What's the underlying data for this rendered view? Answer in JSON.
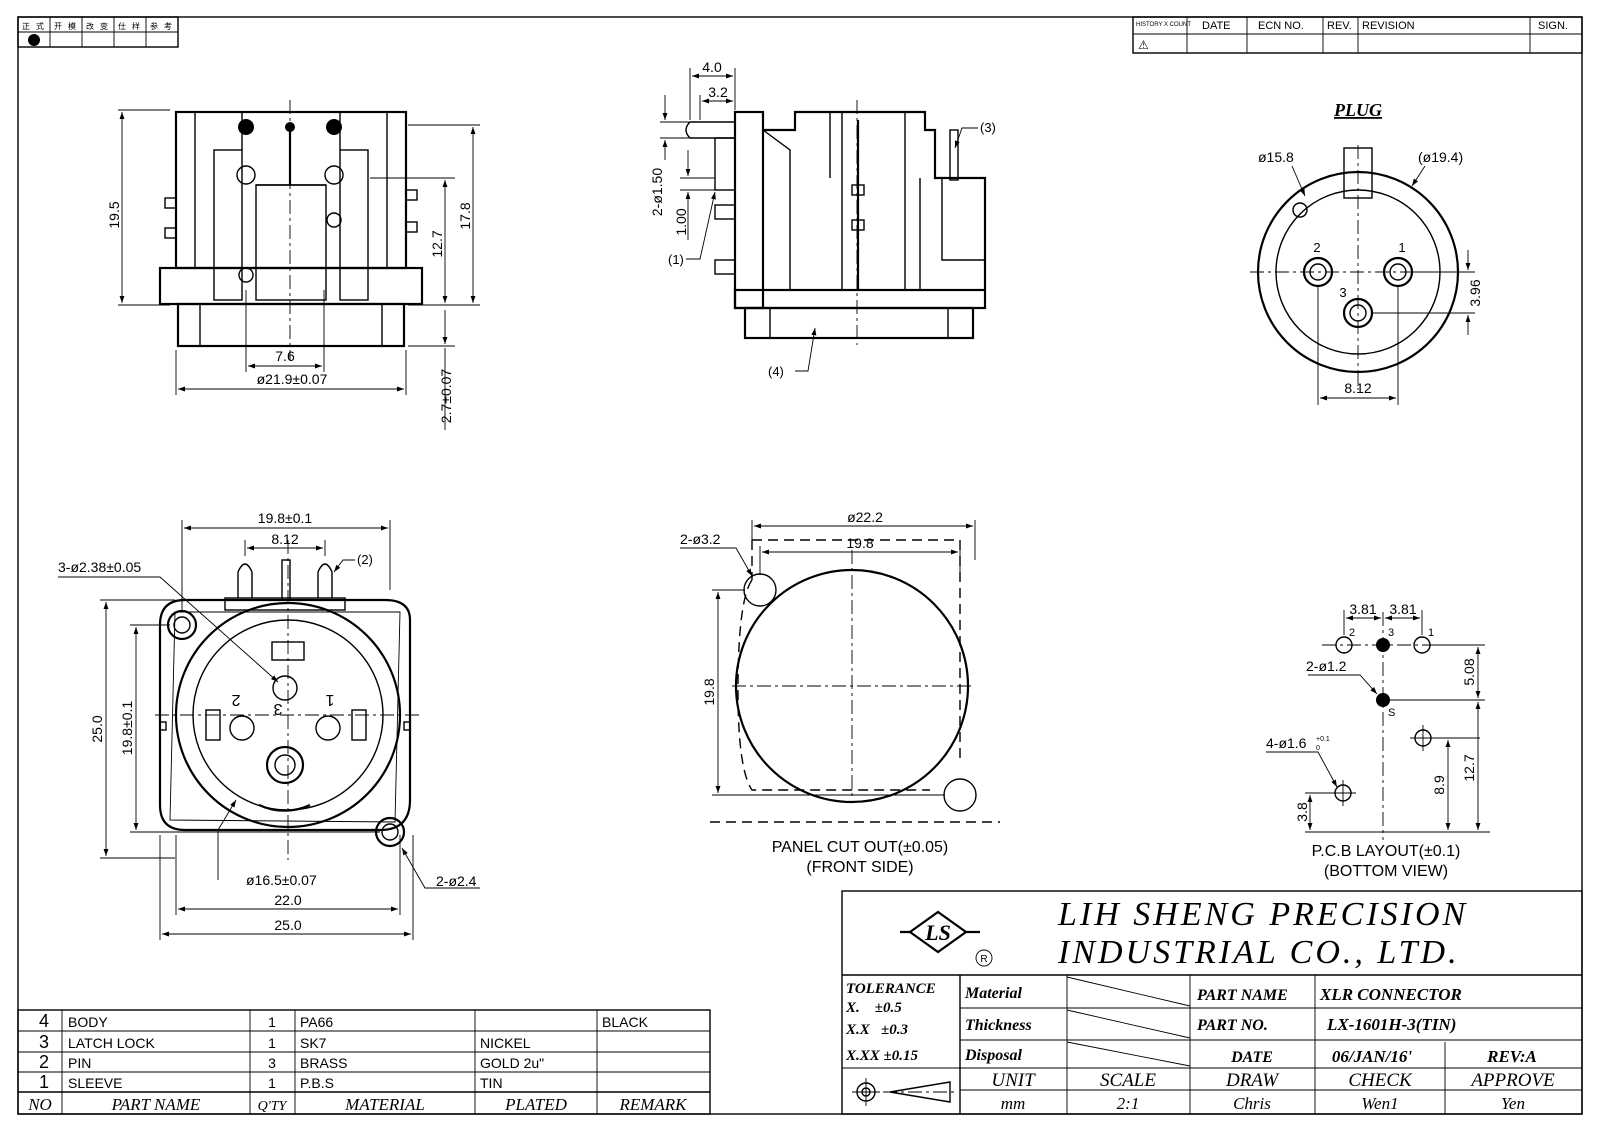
{
  "header_stamp": {
    "chars": [
      "正",
      "式",
      "开",
      "模",
      "改",
      "变",
      "仕",
      "样",
      "参",
      "考"
    ]
  },
  "history": {
    "headers": [
      "HISTORY X COUNT",
      "DATE",
      "ECN NO.",
      "REV.",
      "REVISION",
      "SIGN."
    ],
    "marker": "⚠"
  },
  "top_left_view": {
    "dims": {
      "h_19_5": "19.5",
      "h_12_7": "12.7",
      "h_17_8": "17.8",
      "w_7_6": "7.6",
      "dia_21_9": "ø21.9±0.07",
      "h_2_7": "2.7±0.07"
    }
  },
  "side_view": {
    "dims": {
      "w_4_0": "4.0",
      "w_3_2": "3.2",
      "hole": "2-ø1.50",
      "h_1_00": "1.00"
    },
    "callouts": {
      "c1": "(1)",
      "c3": "(3)",
      "c4": "(4)"
    }
  },
  "plug_view": {
    "title": "PLUG",
    "dims": {
      "dia_15_8": "ø15.8",
      "dia_19_4": "(ø19.4)",
      "h_3_96": "3.96",
      "w_8_12": "8.12"
    },
    "pins": {
      "p1": "1",
      "p2": "2",
      "p3": "3"
    }
  },
  "front_view": {
    "dims": {
      "w_19_8": "19.8±0.1",
      "w_8_12": "8.12",
      "pins": "3-ø2.38±0.05",
      "h_25_0": "25.0",
      "h_19_8": "19.8±0.1",
      "dia_16_5": "ø16.5±0.07",
      "w_22_0": "22.0",
      "w_25_0": "25.0",
      "hole": "2-ø2.4"
    },
    "callouts": {
      "c2": "(2)"
    },
    "pins": {
      "p1": "1",
      "p2": "2",
      "p3": "3"
    }
  },
  "panel_cutout": {
    "dims": {
      "dia_22_2": "ø22.2",
      "w_19_8": "19.8",
      "h_19_8": "19.8",
      "hole": "2-ø3.2"
    },
    "caption": "PANEL CUT OUT(±0.05)",
    "subcaption": "(FRONT SIDE)"
  },
  "pcb_layout": {
    "dims": {
      "a_3_81": "3.81",
      "b_3_81": "3.81",
      "hole_1_2": "2-ø1.2",
      "h_5_08": "5.08",
      "hole_1_6": "4-ø1.6",
      "tol_plus": "+0.1",
      "tol_zero": "0",
      "h_3_8": "3.8",
      "h_8_9": "8.9",
      "h_12_7": "12.7"
    },
    "pins": {
      "p1": "1",
      "p2": "2",
      "p3": "3",
      "s": "S"
    },
    "caption": "P.C.B LAYOUT(±0.1)",
    "subcaption": "(BOTTOM VIEW)"
  },
  "bom": {
    "rows": [
      {
        "no": "4",
        "part": "BODY",
        "qty": "1",
        "material": "PA66",
        "plated": "",
        "remark": "BLACK"
      },
      {
        "no": "3",
        "part": "LATCH LOCK",
        "qty": "1",
        "material": "SK7",
        "plated": "NICKEL",
        "remark": ""
      },
      {
        "no": "2",
        "part": "PIN",
        "qty": "3",
        "material": "BRASS",
        "plated": "GOLD 2u\"",
        "remark": ""
      },
      {
        "no": "1",
        "part": "SLEEVE",
        "qty": "1",
        "material": "P.B.S",
        "plated": "TIN",
        "remark": ""
      }
    ],
    "headers": {
      "no": "NO",
      "part": "PART NAME",
      "qty": "Q'TY",
      "material": "MATERIAL",
      "plated": "PLATED",
      "remark": "REMARK"
    }
  },
  "title_block": {
    "logo_text": "LS",
    "registered": "R",
    "company_line1": "LIH SHENG PRECISION",
    "company_line2": "INDUSTRIAL CO., LTD.",
    "tolerance_title": "TOLERANCE",
    "tol_x": "X.    ±0.5",
    "tol_xx": "X.X   ±0.3",
    "tol_xxx": "X.XX ±0.15",
    "material_label": "Material",
    "thickness_label": "Thickness",
    "disposal_label": "Disposal",
    "part_name_label": "PART NAME",
    "part_name_value": "XLR CONNECTOR",
    "part_no_label": "PART NO.",
    "part_no_value": "LX-1601H-3(TIN)",
    "date_label": "DATE",
    "date_value": "06/JAN/16'",
    "rev_value": "REV:A",
    "unit_label": "UNIT",
    "unit_value": "mm",
    "scale_label": "SCALE",
    "scale_value": "2:1",
    "draw_label": "DRAW",
    "draw_value": "Chris",
    "check_label": "CHECK",
    "check_value": "Wen1",
    "approve_label": "APPROVE",
    "approve_value": "Yen"
  }
}
